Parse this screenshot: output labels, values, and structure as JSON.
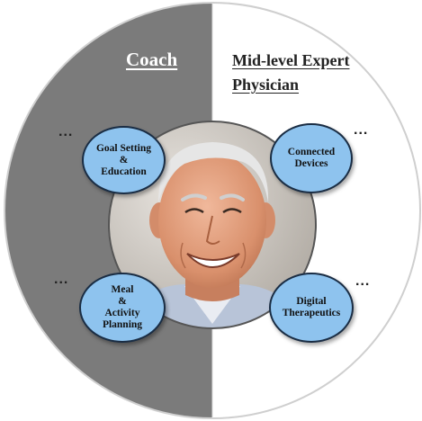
{
  "labels": {
    "coach": "Coach",
    "expert_line1": "Mid-level Expert",
    "expert_line2": "Physician"
  },
  "bubbles": {
    "goal": "Goal Setting\n&\nEducation",
    "connected": "Connected\nDevices",
    "meal": "Meal\n&\nActivity\nPlanning",
    "digital": "Digital\nTherapeutics"
  },
  "ellipsis": "...",
  "colors": {
    "coach_half": "#7b7b7b",
    "expert_half": "#ffffff",
    "bubble_fill": "#8ec3ee",
    "bubble_border": "#1a2d44"
  },
  "photo": "portrait of smiling elderly man"
}
